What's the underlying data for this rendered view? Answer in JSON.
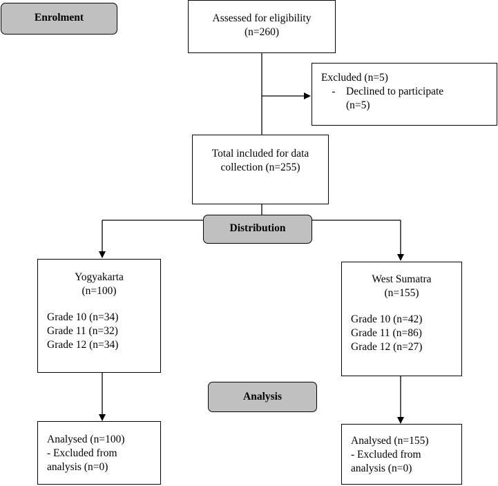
{
  "stages": {
    "enrolment": "Enrolment",
    "distribution": "Distribution",
    "analysis": "Analysis"
  },
  "assessed": {
    "line1": "Assessed for eligibility",
    "line2": "(n=260)"
  },
  "excluded": {
    "title": "Excluded (n=5)",
    "dash": "-",
    "reason": "Declined to participate",
    "reason_n": "(n=5)"
  },
  "included": {
    "line1": "Total included for data",
    "line2": "collection (n=255)"
  },
  "yogyakarta": {
    "name": "Yogyakarta",
    "n": "(n=100)",
    "grades": [
      "Grade 10 (n=34)",
      "Grade 11 (n=32)",
      "Grade 12 (n=34)"
    ],
    "analysed": [
      "Analysed (n=100)",
      "- Excluded from",
      "analysis (n=0)"
    ]
  },
  "west_sumatra": {
    "name": "West Sumatra",
    "n": "(n=155)",
    "grades": [
      "Grade 10 (n=42)",
      "Grade 11 (n=86)",
      "Grade 12 (n=27)"
    ],
    "analysed": [
      "Analysed (n=155)",
      "- Excluded from",
      "analysis (n=0)"
    ]
  }
}
